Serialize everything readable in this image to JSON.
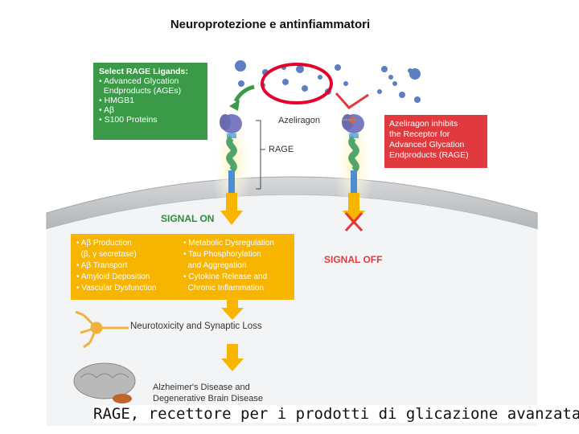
{
  "title": "Neuroprotezione e antinfiammatori",
  "ligands": {
    "heading": "Select RAGE Ligands:",
    "items": [
      "• Advanced Glycation",
      "  Endproducts (AGEs)",
      "• HMGB1",
      "• Aβ",
      "• S100 Proteins"
    ]
  },
  "labels": {
    "azeliragon": "Azeliragon",
    "rage": "RAGE",
    "signal_on": "SIGNAL ON",
    "signal_off": "SIGNAL OFF",
    "neurotoxicity": "Neurotoxicity and Synaptic Loss",
    "alzheimers_1": "Alzheimer's Disease and",
    "alzheimers_2": "Degenerative Brain Disease"
  },
  "inhibit_box": [
    "Azeliragon inhibits",
    "the Receptor for",
    "Advanced Glycation",
    "Endproducts (RAGE)"
  ],
  "effects_left": [
    "• Aβ Production",
    "  (β, γ secretase)",
    "• Aβ Transport",
    "• Amyloid Deposition",
    "• Vascular Dysfunction"
  ],
  "effects_right": [
    "• Metabolic Dysregulation",
    "• Tau Phosphorylation",
    "  and Aggregation",
    "• Cytokine Release and",
    "  Chronic Inflammation"
  ],
  "caption": "RAGE, recettore per i prodotti di glicazione avanzata",
  "colors": {
    "green": "#3a9a47",
    "red": "#e13a3e",
    "yellow": "#f7b500",
    "membrane": "#b9bcbf",
    "highlight": "#e4002b"
  }
}
